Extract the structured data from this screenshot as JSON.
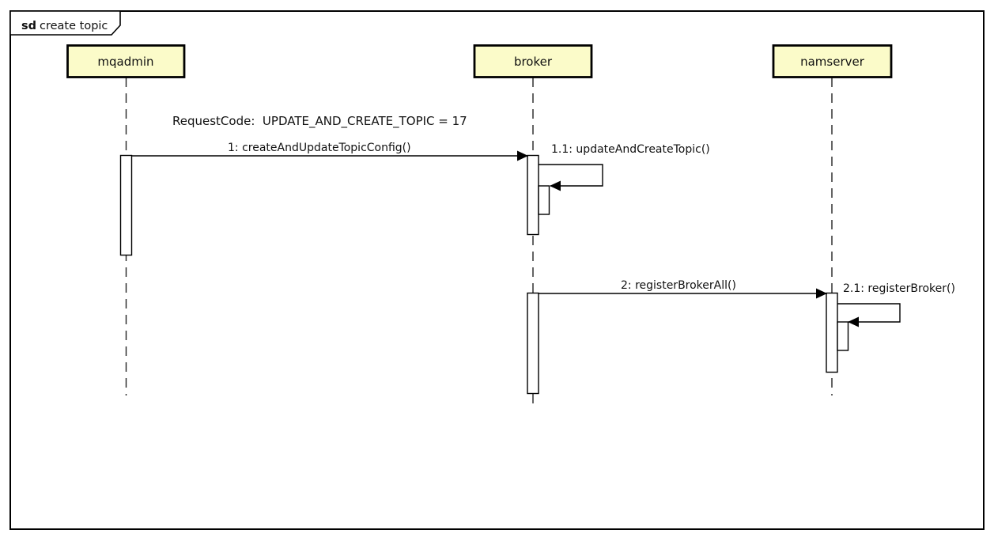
{
  "frame": {
    "keyword": "sd",
    "title": "create topic"
  },
  "participants": [
    {
      "name": "mqadmin"
    },
    {
      "name": "broker"
    },
    {
      "name": "namserver"
    }
  ],
  "note": {
    "text": "RequestCode:  UPDATE_AND_CREATE_TOPIC = 17"
  },
  "messages": [
    {
      "id": "1",
      "label": "1: createAndUpdateTopicConfig()",
      "from": "mqadmin",
      "to": "broker",
      "type": "sync"
    },
    {
      "id": "1.1",
      "label": "1.1: updateAndCreateTopic()",
      "from": "broker",
      "to": "broker",
      "type": "self"
    },
    {
      "id": "2",
      "label": "2: registerBrokerAll()",
      "from": "broker",
      "to": "namserver",
      "type": "sync"
    },
    {
      "id": "2.1",
      "label": "2.1: registerBroker()",
      "from": "namserver",
      "to": "namserver",
      "type": "self"
    }
  ],
  "colors": {
    "participant_fill": "#FBFBC9",
    "participant_border": "#000000",
    "note_text": "#ED1515",
    "line": "#000000",
    "background": "#FFFFFF"
  }
}
